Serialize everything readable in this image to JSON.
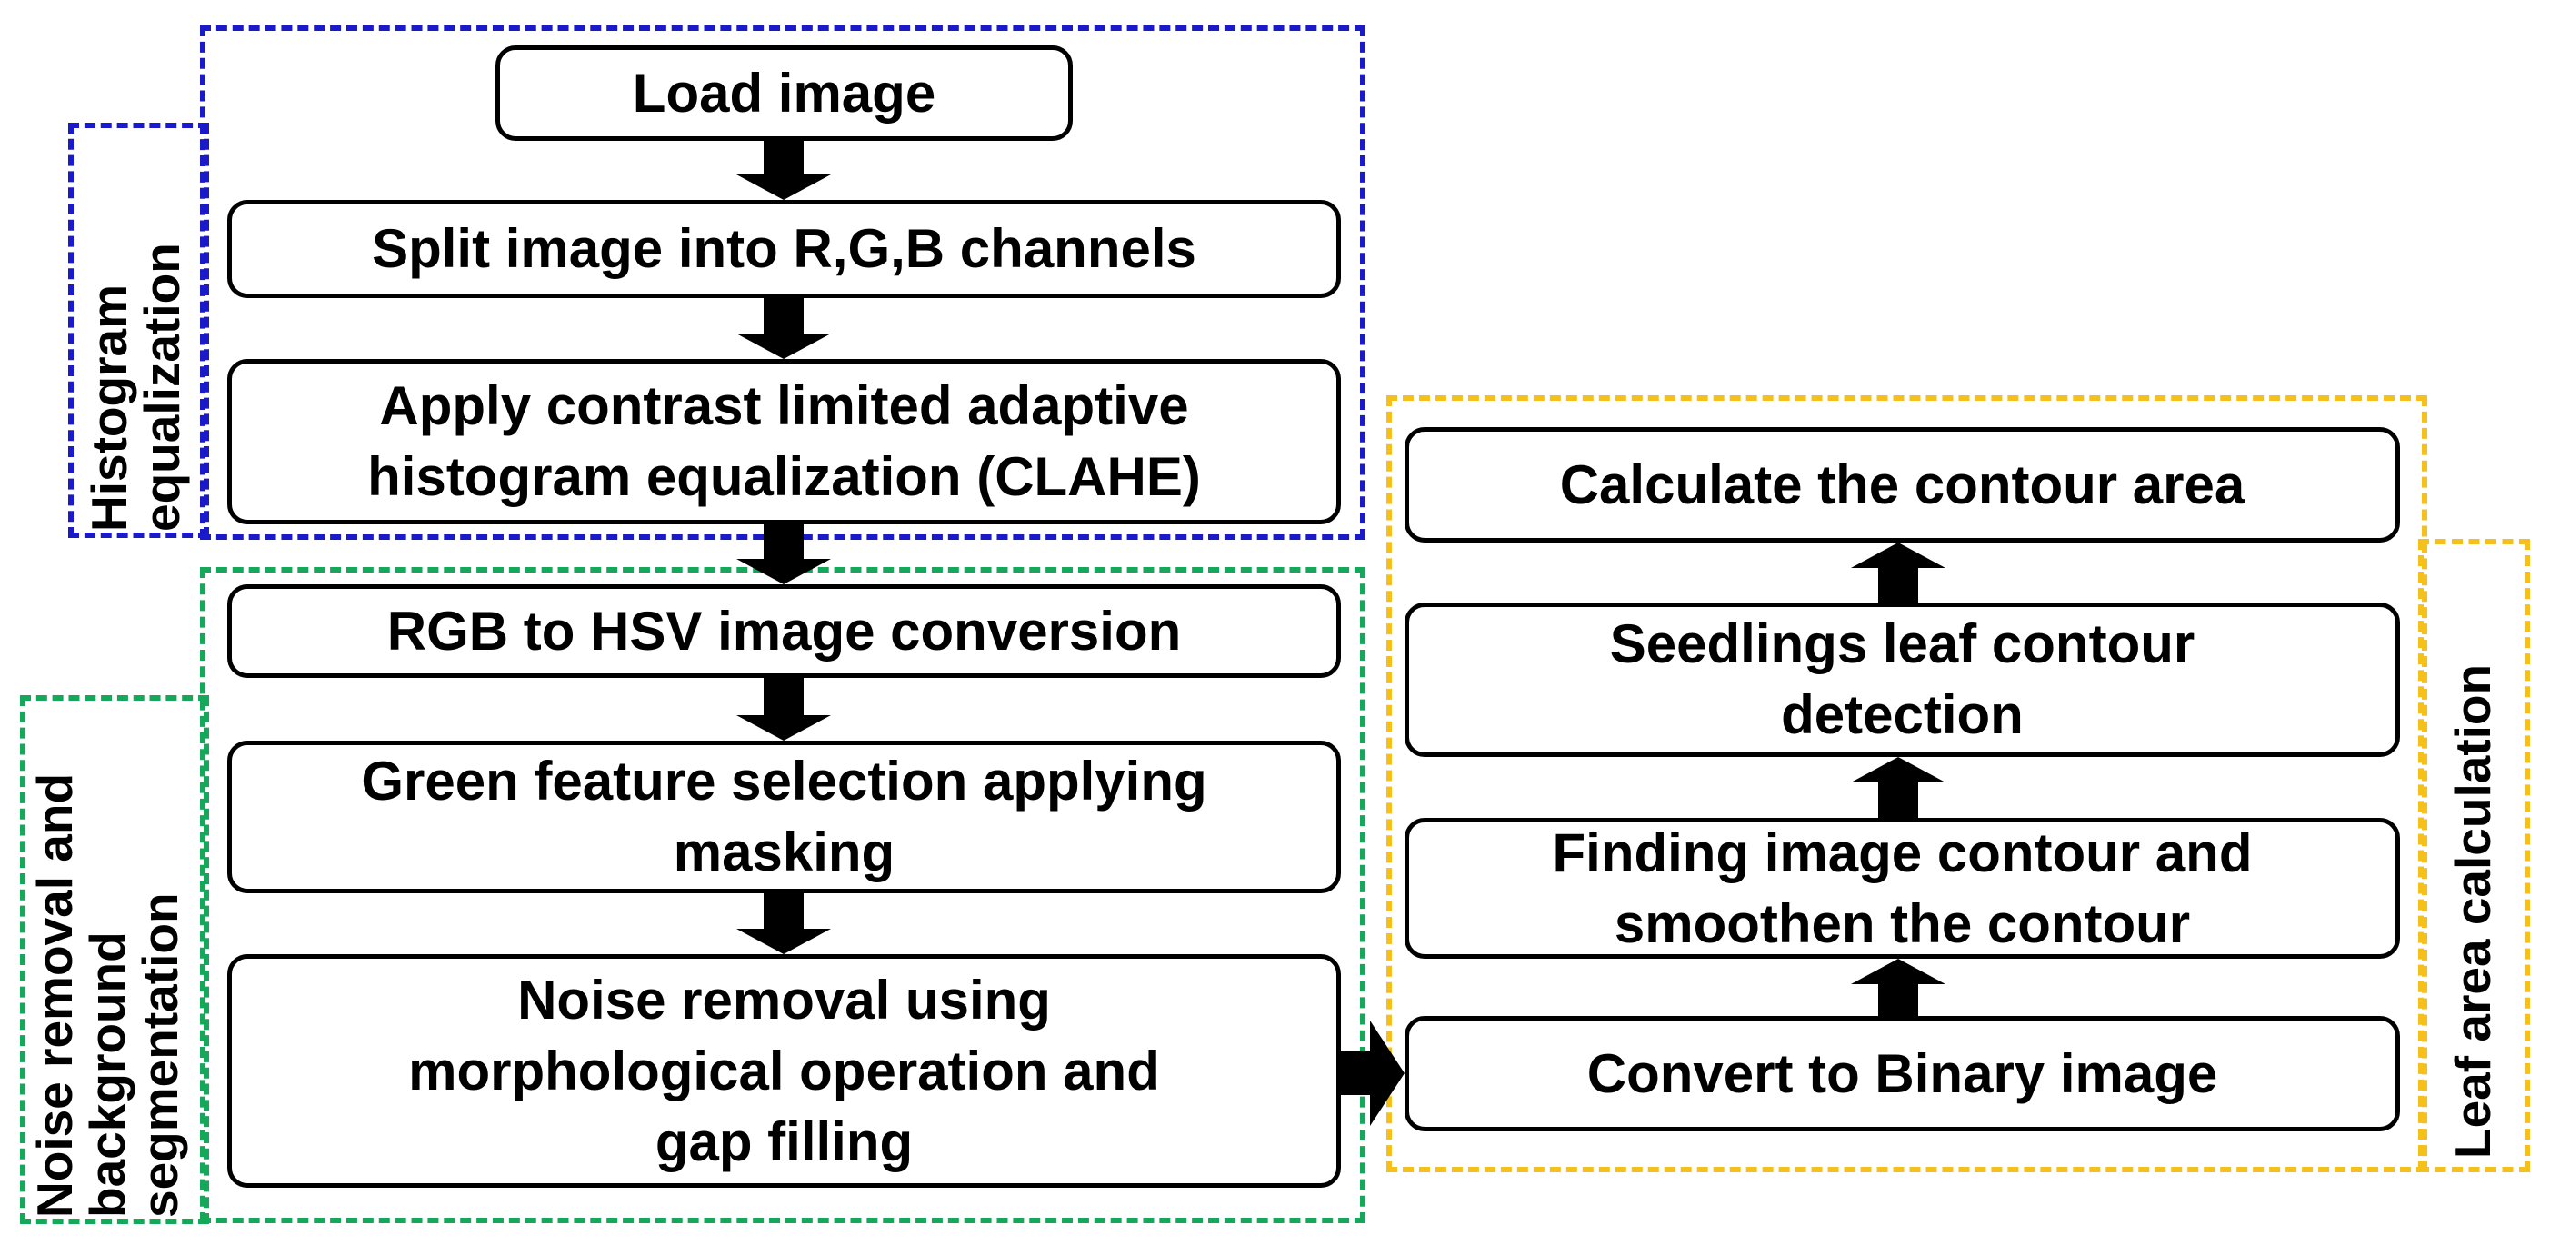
{
  "groups": {
    "histogram": {
      "label_lines": [
        "Histogram",
        "equalization"
      ],
      "color": "#1a1ac8"
    },
    "noise": {
      "label_lines": [
        "Noise removal and",
        "background",
        "segmentation"
      ],
      "color": "#16a85a"
    },
    "leaf": {
      "label_lines": [
        "Leaf area calculation"
      ],
      "color": "#f5bf1c"
    }
  },
  "steps": {
    "load": "Load image",
    "split": "Split image into R,G,B channels",
    "clahe": "Apply contrast limited adaptive histogram equalization (CLAHE)",
    "hsv": "RGB to HSV image conversion",
    "green": "Green feature selection applying masking",
    "noise": "Noise removal using morphological operation and gap filling",
    "binary": "Convert to Binary image",
    "find": "Finding image contour and smoothen the contour",
    "detect": "Seedlings leaf contour detection",
    "area": "Calculate the contour area"
  },
  "colors": {
    "arrow": "#000000",
    "node_border": "#000000"
  }
}
